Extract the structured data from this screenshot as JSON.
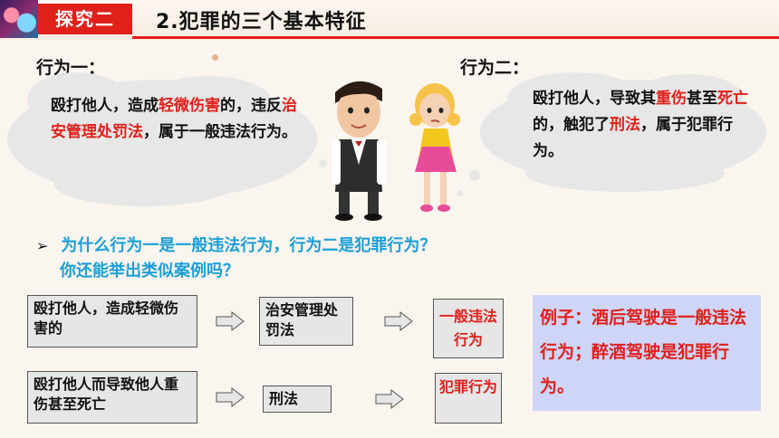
{
  "header": {
    "tag": "探究二",
    "title": "2.犯罪的三个基本特征"
  },
  "case1": {
    "label": "行为一：",
    "parts": [
      "殴打他人，造成",
      "轻微伤害",
      "的，违反",
      "治安管理处罚法",
      "，属于一般违法行为。"
    ]
  },
  "case2": {
    "label": "行为二：",
    "parts": [
      "殴打他人，导致其",
      "重伤",
      "甚至",
      "死亡",
      "的，触犯了",
      "刑法",
      "，属于犯罪行为。"
    ]
  },
  "question": {
    "line1": "为什么行为一是一般违法行为，行为二是犯罪行为？",
    "line2": "你还能举出类似案例吗？"
  },
  "flow": {
    "row1": {
      "act": "殴打他人，造成轻微伤害的",
      "law": "治安管理处罚法",
      "result": "一般违法行为"
    },
    "row2": {
      "act": "殴打他人而导致他人重伤甚至死亡",
      "law": "刑法",
      "result": "犯罪行为"
    }
  },
  "example": {
    "text": "例子：酒后驾驶是一般违法行为；醉酒驾驶是犯罪行为。"
  },
  "colors": {
    "accent_red": "#e0201b",
    "question_blue": "#1a9fd8",
    "cloud_gray": "#e7e7e7",
    "example_bg": "#cfd5f7"
  }
}
